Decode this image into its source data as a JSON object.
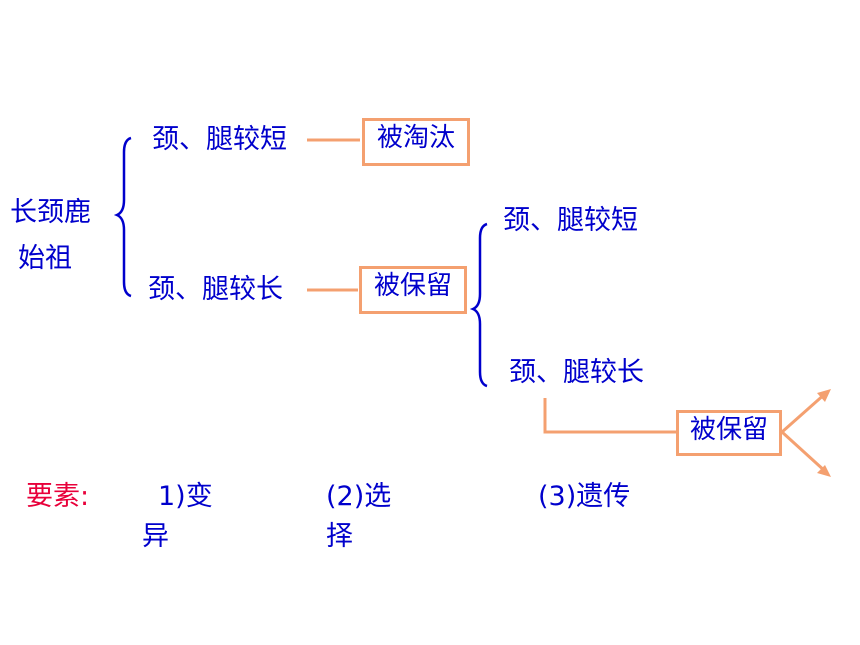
{
  "root": {
    "line1": "长颈鹿",
    "line2": "始祖"
  },
  "branch1": {
    "upper": {
      "trait": "颈、腿较短",
      "result": "被淘汰"
    },
    "lower": {
      "trait": "颈、腿较长",
      "result": "被保留"
    }
  },
  "branch2": {
    "upper": {
      "trait": "颈、腿较短"
    },
    "lower": {
      "trait": "颈、腿较长",
      "result": "被保留"
    }
  },
  "factors": {
    "label": "要素:",
    "item1": {
      "part1": "1)变",
      "part2": "异"
    },
    "item2": {
      "part1": "(2)选",
      "part2": "择"
    },
    "item3": {
      "part1": "(3)遗传"
    }
  },
  "colors": {
    "text": "#0000cc",
    "accent": "#f4a070",
    "label": "#e8003a"
  }
}
